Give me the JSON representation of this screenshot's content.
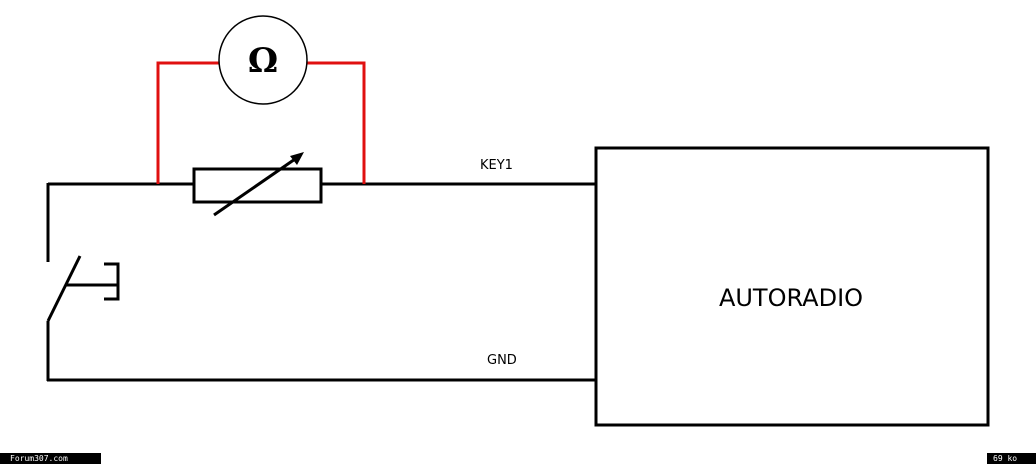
{
  "diagram": {
    "ohmmeter_symbol": "Ω",
    "key_label": "KEY1",
    "gnd_label": "GND",
    "radio_label": "AUTORADIO",
    "wire_color": "#000000",
    "probe_color": "#e01010"
  },
  "footer": {
    "left_text": "Forum307.com",
    "right_text": "69 ko"
  }
}
